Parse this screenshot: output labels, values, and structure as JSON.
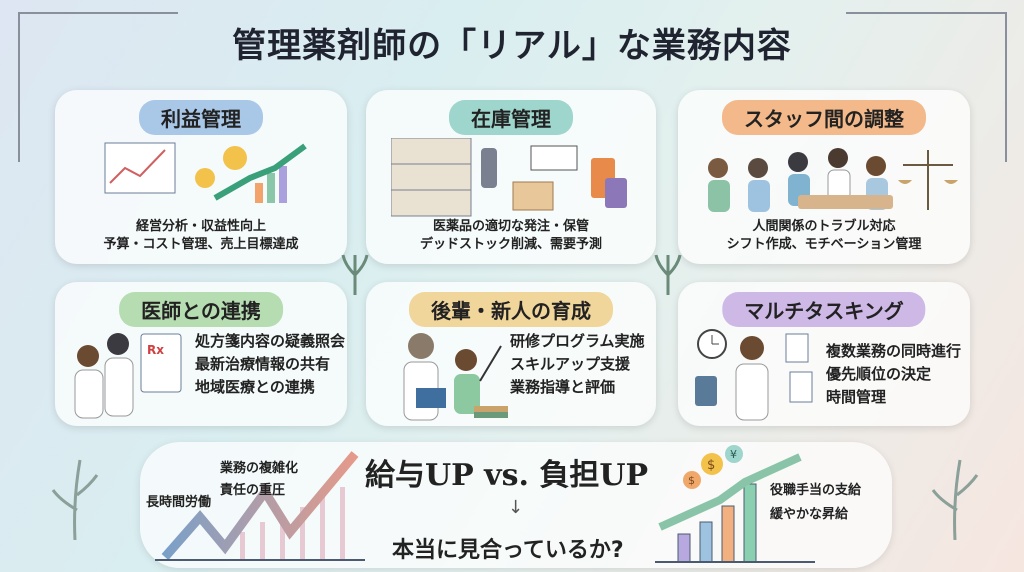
{
  "title": "管理薬剤師の「リアル」な業務内容",
  "cards": [
    {
      "heading": "利益管理",
      "lines": [
        "経営分析・収益性向上",
        "予算・コスト管理、売上目標達成"
      ],
      "color": "#a9c8e8"
    },
    {
      "heading": "在庫管理",
      "lines": [
        "医薬品の適切な発注・保管",
        "デッドストック削減、需要予測"
      ],
      "color": "#9ed5cc"
    },
    {
      "heading": "スタッフ間の調整",
      "lines": [
        "人間関係のトラブル対応",
        "シフト作成、モチベーション管理"
      ],
      "color": "#f3b98a"
    },
    {
      "heading": "医師との連携",
      "lines": [
        "処方箋内容の疑義照会",
        "最新治療情報の共有",
        "地域医療との連携"
      ],
      "color": "#b6dcb1"
    },
    {
      "heading": "後輩・新人の育成",
      "lines": [
        "研修プログラム実施",
        "スキルアップ支援",
        "業務指導と評価"
      ],
      "color": "#f1d69c"
    },
    {
      "heading": "マルチタスキング",
      "lines": [
        "複数業務の同時進行",
        "優先順位の決定",
        "時間管理"
      ],
      "color": "#cdb8e6"
    }
  ],
  "bottom": {
    "headline": "給与UP vs. 負担UP",
    "question": "本当に見合っているか?",
    "burden": [
      "業務の複雑化",
      "責任の重圧",
      "長時間労働"
    ],
    "salary": [
      "役職手当の支給",
      "緩やかな昇給"
    ],
    "coins": [
      "$",
      "$",
      "¥"
    ]
  }
}
